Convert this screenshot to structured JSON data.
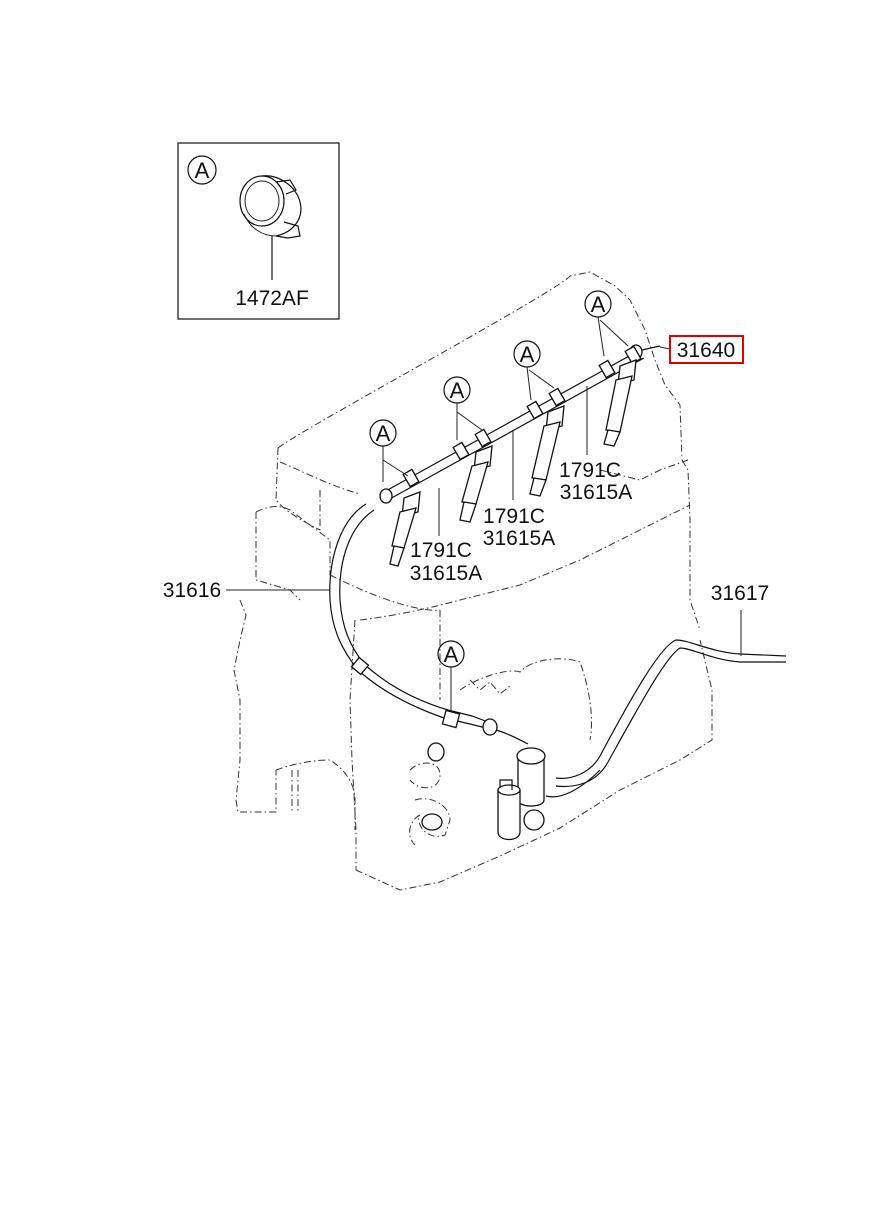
{
  "detail_box": {
    "marker": "A",
    "part_label": "1472AF"
  },
  "callouts": {
    "highlighted": "31640",
    "left_hose": "31616",
    "right_hose": "31617",
    "injector_group_1": {
      "line1": "1791C",
      "line2": "31615A"
    },
    "injector_group_2": {
      "line1": "1791C",
      "line2": "31615A"
    },
    "injector_group_3": {
      "line1": "1791C",
      "line2": "31615A"
    }
  },
  "markers": [
    "A",
    "A",
    "A",
    "A",
    "A"
  ],
  "colors": {
    "highlight": "#e00000",
    "ink": "#111111"
  }
}
